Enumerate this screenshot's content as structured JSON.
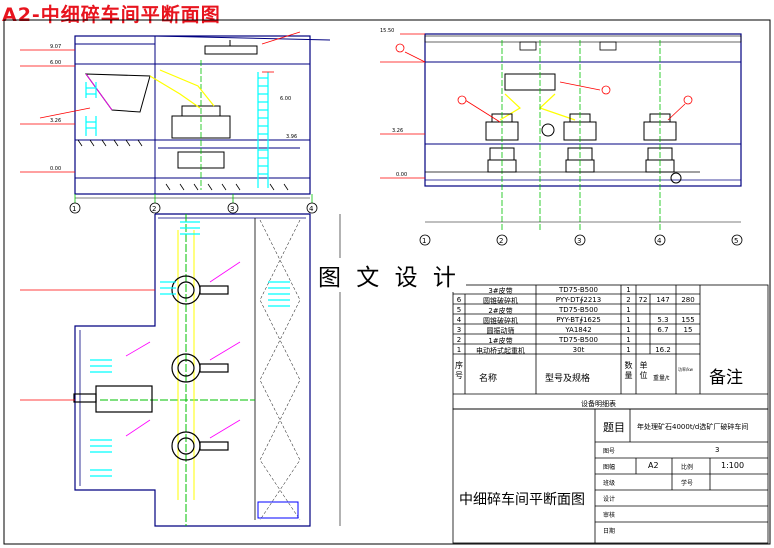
{
  "header": {
    "title": "A2-中细碎车间平断面图"
  },
  "watermark": "图 文 设 计",
  "plan_labels": [
    "9.07",
    "6.00",
    "3.26",
    "3.96",
    "0.00",
    "6.00"
  ],
  "section_labels": [
    "15.50",
    "3.26",
    "0.00"
  ],
  "grid_left": [
    "1",
    "2",
    "3",
    "4"
  ],
  "grid_right": [
    "1",
    "2",
    "3",
    "4",
    "5"
  ],
  "equipment_table": {
    "rows": [
      {
        "no": "",
        "name": "3#皮带",
        "model": "TD75-B500",
        "qty": "1",
        "unit_w": "",
        "total_w": "",
        "power": ""
      },
      {
        "no": "6",
        "name": "圆锥破碎机",
        "model": "PYY-DT∲2213",
        "qty": "2",
        "unit_w": "72",
        "total_w": "147",
        "power": "280"
      },
      {
        "no": "5",
        "name": "2#皮带",
        "model": "TD75-B500",
        "qty": "1",
        "unit_w": "",
        "total_w": "",
        "power": ""
      },
      {
        "no": "4",
        "name": "圆锥破碎机",
        "model": "PYY-BT∲1625",
        "qty": "1",
        "unit_w": "",
        "total_w": "5.3",
        "power": "155"
      },
      {
        "no": "3",
        "name": "圆振动筛",
        "model": "YA1842",
        "qty": "1",
        "unit_w": "",
        "total_w": "6.7",
        "power": "15"
      },
      {
        "no": "2",
        "name": "1#皮带",
        "model": "TD75-B500",
        "qty": "1",
        "unit_w": "",
        "total_w": "",
        "power": ""
      },
      {
        "no": "1",
        "name": "电动桥式起重机",
        "model": "30t",
        "qty": "1",
        "unit_w": "",
        "total_w": "16.2",
        "power": ""
      }
    ],
    "header": {
      "no": "序号",
      "name": "名称",
      "model": "型号及规格",
      "qty": "数量",
      "unit": "单位",
      "weight": "重量/t",
      "power": "功率/kw",
      "remark": "备注"
    },
    "caption": "设备明细表"
  },
  "title_block": {
    "topic_label": "题目",
    "topic": "年处理矿石4000t/d选矿厂破碎车间",
    "figure_no_label": "图号",
    "figure_no": "3",
    "size_label": "图幅",
    "size": "A2",
    "scale_label": "比例",
    "scale": "1:100",
    "class_label": "班级",
    "student_no_label": "学号",
    "drawing_title": "中细碎车间平断面图",
    "design_label": "设计",
    "review_label": "审核",
    "date_label": "日期"
  },
  "colors": {
    "title": "#e8141e",
    "frame": "#000080",
    "equipment": "#00ffff",
    "dimension": "#ff00ff",
    "pipe": "#ffff00",
    "grid": "#00c000"
  }
}
